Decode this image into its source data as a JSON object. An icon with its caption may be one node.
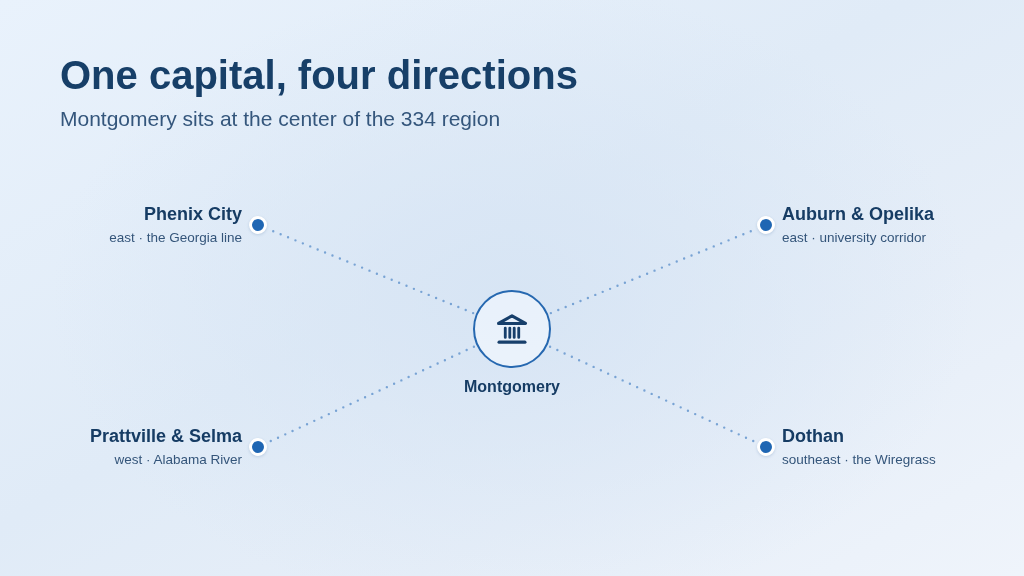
{
  "diagram": {
    "title": "One capital, four directions",
    "nodes": [
      {
        "text": [
          "Phenix City",
          "east · the Georgia line"
        ]
      },
      {
        "text": [
          "Auburn & Opelika",
          "east · university corridor"
        ]
      },
      {
        "text": [
          "Montgomery"
        ]
      },
      {
        "text": [
          "Prattville & Selma",
          "west · Alabama River"
        ]
      },
      {
        "text": [
          "Dothan",
          "southeast · the Wiregrass"
        ]
      }
    ],
    "edges": [
      {
        "from": 2,
        "to": 0,
        "arrow": "none"
      },
      {
        "from": 2,
        "to": 1,
        "arrow": "none"
      },
      {
        "from": 2,
        "to": 3,
        "arrow": "none"
      },
      {
        "from": 2,
        "to": 4,
        "arrow": "none"
      }
    ],
    "labels": [
      "Montgomery sits at the center of the 334 region"
    ]
  }
}
